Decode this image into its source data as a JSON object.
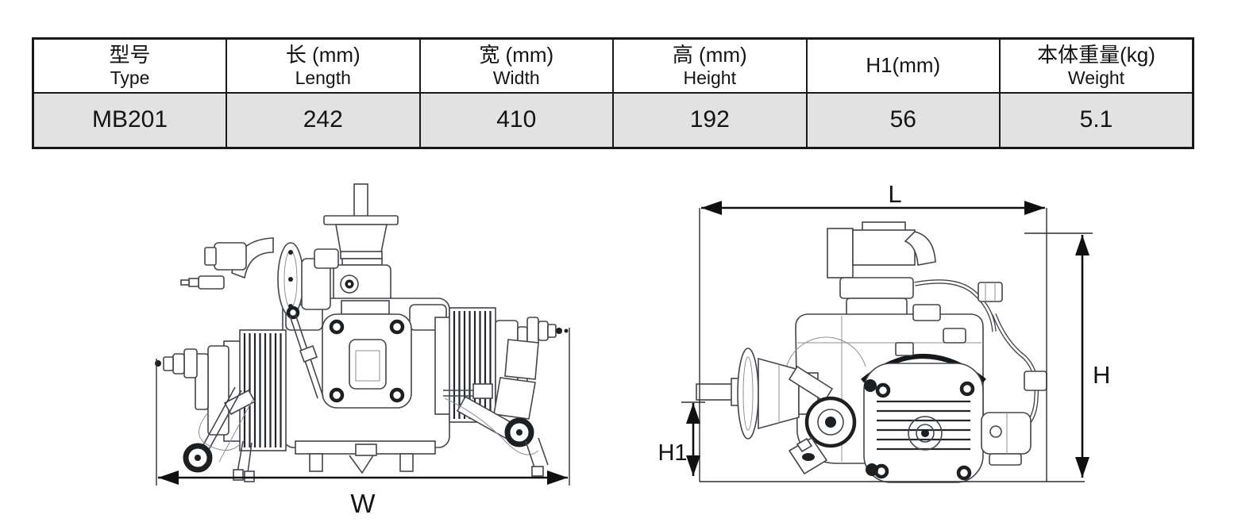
{
  "table": {
    "columns": [
      {
        "line1": "型号",
        "line2": "Type"
      },
      {
        "line1": "长 (mm)",
        "line2": "Length"
      },
      {
        "line1": "宽 (mm)",
        "line2": "Width"
      },
      {
        "line1": "高 (mm)",
        "line2": "Height"
      },
      {
        "line1": "H1(mm)",
        "line2": ""
      },
      {
        "line1": "本体重量(kg)",
        "line2": "Weight"
      }
    ],
    "values": [
      "MB201",
      "242",
      "410",
      "192",
      "56",
      "5.1"
    ]
  },
  "drawings": {
    "front_view": {
      "width_label": "W"
    },
    "side_view": {
      "length_label": "L",
      "height_label": "H",
      "h1_label": "H1"
    }
  },
  "colors": {
    "table_row_bg": "#e2e2e2",
    "table_border": "#191919",
    "line_art": "#41464c",
    "dimension": "#101010"
  }
}
